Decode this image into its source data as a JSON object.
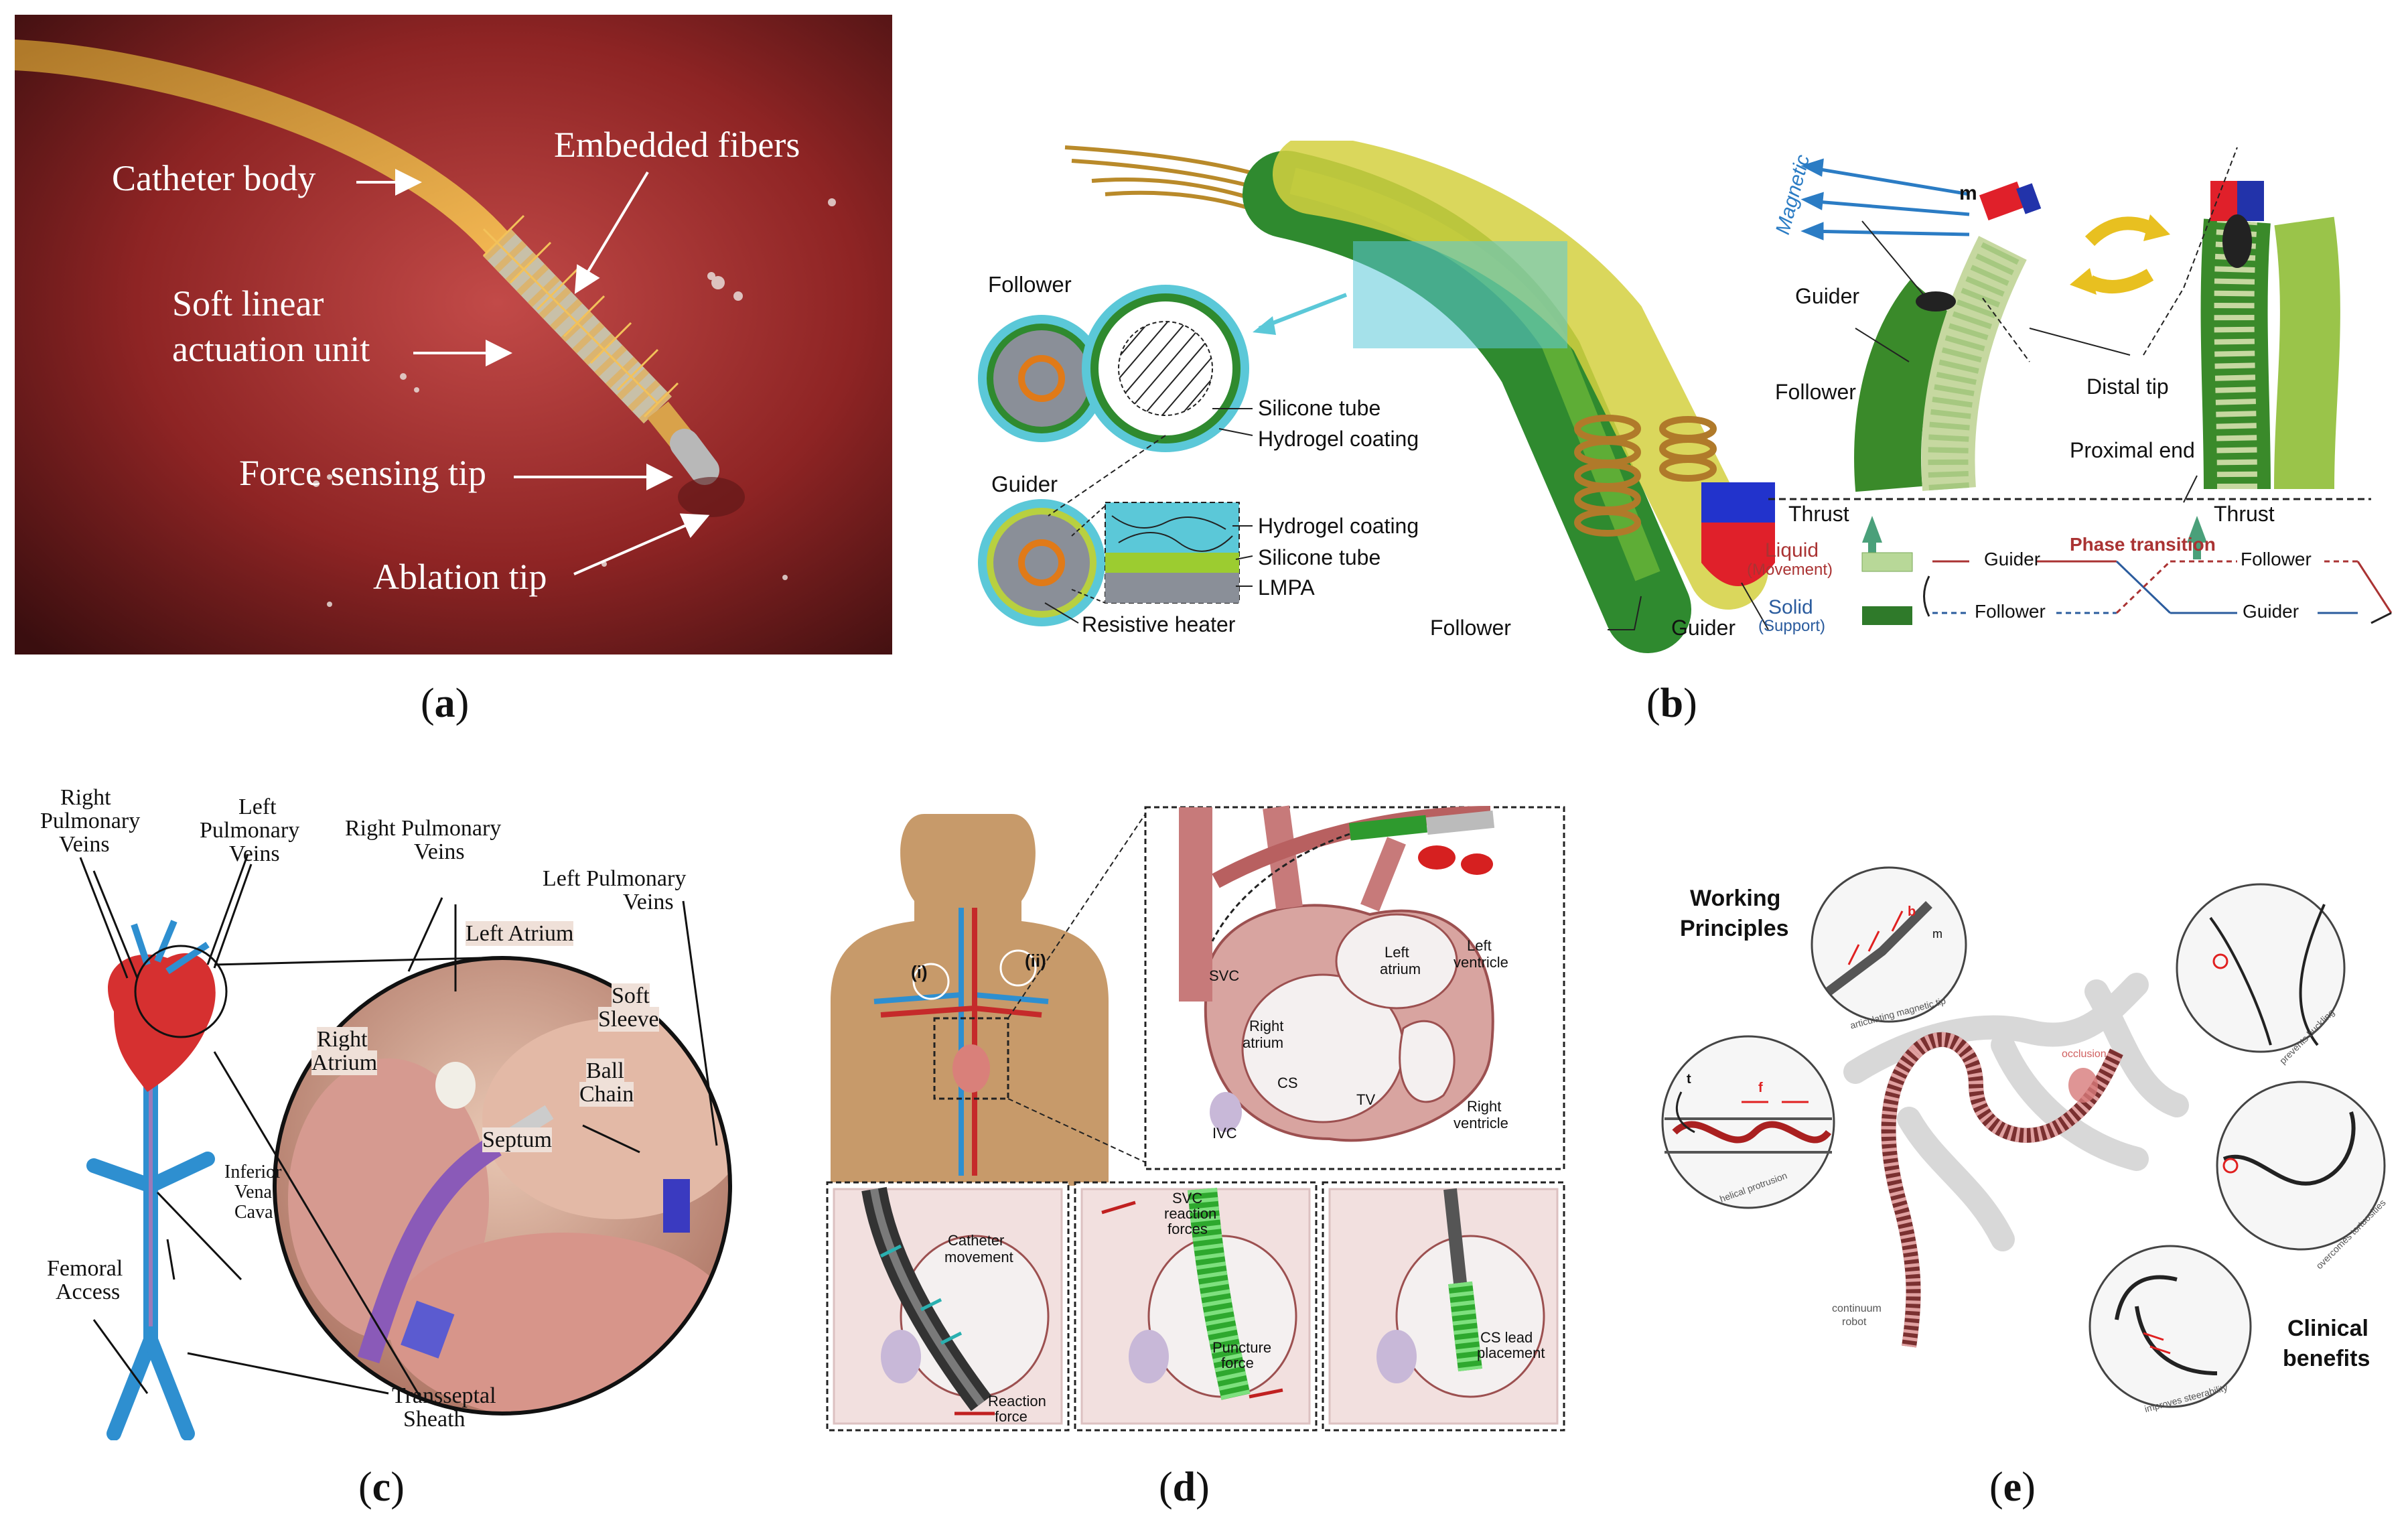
{
  "panel_a": {
    "labels": [
      "Catheter body",
      "Embedded fibers",
      "Soft linear",
      "actuation unit",
      "Force sensing tip",
      "Ablation tip"
    ],
    "caption": "a"
  },
  "panel_b": {
    "follower_label": "Follower",
    "guider_label": "Guider",
    "silicone_tube": "Silicone tube",
    "hydrogel_coating": "Hydrogel coating",
    "hydrogel_coating_2": "Hydrogel coating",
    "silicone_tube_2": "Silicone tube",
    "lmpa": "LMPA",
    "resistive_heater": "Resistive heater",
    "follower_bottom": "Follower",
    "guider_bottom": "Guider",
    "magnetic": "Magnetic",
    "m": "m",
    "guider_side": "Guider",
    "follower_side": "Follower",
    "distal_tip": "Distal tip",
    "proximal_end": "Proximal end",
    "thrust_1": "Thrust",
    "thrust_2": "Thrust",
    "liquid": "Liquid",
    "movement": "(Movement)",
    "solid": "Solid",
    "support": "(Support)",
    "phase_transition": "Phase transition",
    "guider_timeline_1": "Guider",
    "follower_timeline_1": "Follower",
    "follower_timeline_2": "Follower",
    "guider_timeline_2": "Guider",
    "caption": "b"
  },
  "panel_c": {
    "right_pulmonary_veins_1": "Right",
    "right_pulmonary_veins_2": "Pulmonary",
    "right_pulmonary_veins_3": "Veins",
    "left_pulmonary_veins_1": "Left",
    "left_pulmonary_veins_2": "Pulmonary",
    "left_pulmonary_veins_3": "Veins",
    "rpv_top_1": "Right Pulmonary",
    "rpv_top_2": "Veins",
    "lpv_top_1": "Left Pulmonary",
    "lpv_top_2": "Veins",
    "left_atrium": "Left Atrium",
    "soft_sleeve_1": "Soft",
    "soft_sleeve_2": "Sleeve",
    "right_atrium_1": "Right",
    "right_atrium_2": "Atrium",
    "ball_chain_1": "Ball",
    "ball_chain_2": "Chain",
    "septum": "Septum",
    "ivc_1": "Inferior",
    "ivc_2": "Vena",
    "ivc_3": "Cava",
    "femoral_1": "Femoral",
    "femoral_2": "Access",
    "sheath_1": "Transseptal",
    "sheath_2": "Sheath",
    "caption": "c"
  },
  "panel_d": {
    "i": "(i)",
    "ii": "(ii)",
    "svc": "SVC",
    "left_atrium_1": "Left",
    "left_atrium_2": "atrium",
    "left_ventricle_1": "Left",
    "left_ventricle_2": "ventricle",
    "right_atrium_1": "Right",
    "right_atrium_2": "atrium",
    "cs": "CS",
    "tv": "TV",
    "right_ventricle_1": "Right",
    "right_ventricle_2": "ventricle",
    "ivc": "IVC",
    "catheter_movement_1": "Catheter",
    "catheter_movement_2": "movement",
    "reaction_force_1": "Reaction",
    "reaction_force_2": "force",
    "svc_reaction_1": "SVC",
    "svc_reaction_2": "reaction",
    "svc_reaction_3": "forces",
    "puncture_1": "Puncture",
    "puncture_2": "force",
    "cs_lead_1": "CS lead",
    "cs_lead_2": "placement",
    "caption": "d"
  },
  "panel_e": {
    "working_1": "Working",
    "working_2": "Principles",
    "clinical_1": "Clinical",
    "clinical_2": "benefits",
    "t": "t",
    "f": "f",
    "b": "b",
    "m": "m",
    "helical": "helical protrusion",
    "articulating": "articulating magnetic tip",
    "occlusion": "occlusion",
    "prevents_buckling": "prevents buckling",
    "overcomes": "overcomes tortuosities",
    "improves": "improves steerability",
    "continuum_1": "continuum",
    "continuum_2": "robot",
    "caption": "e"
  },
  "colors": {
    "tissue": "#9e2a2a",
    "catheter_orange": "#e8a33a",
    "hydrogel": "#5bc8d8",
    "green": "#3a9a3a",
    "blue_vessel": "#2e8fd0",
    "red_guide": "#a33",
    "magnetic_blue": "#2b7cc4"
  }
}
